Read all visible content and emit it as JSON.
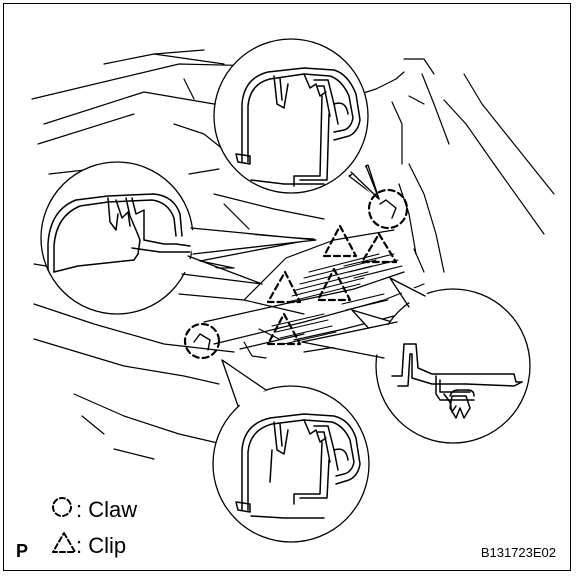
{
  "legend": {
    "claw": {
      "symbol": "dashed-circle",
      "text": ": Claw"
    },
    "clip": {
      "symbol": "dashed-triangle",
      "text": ": Clip"
    }
  },
  "page_marker": "P",
  "figure_code": "B131723E02",
  "colors": {
    "line": "#000000",
    "background": "#ffffff"
  }
}
